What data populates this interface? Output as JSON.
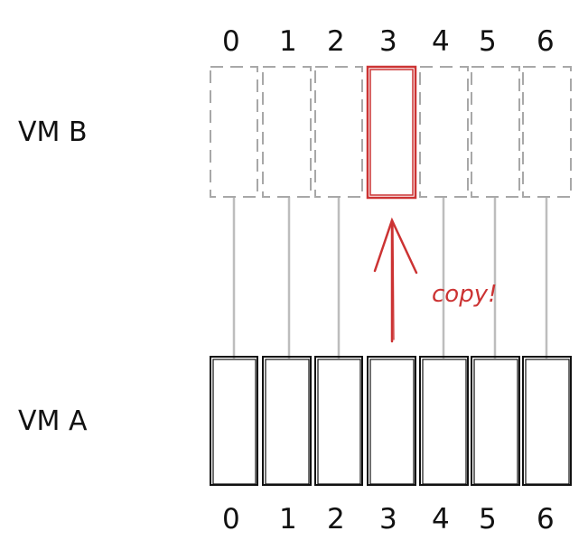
{
  "vm_b": {
    "label": "VM B",
    "indices": [
      "0",
      "1",
      "2",
      "3",
      "4",
      "5",
      "6"
    ],
    "highlighted_index": 3
  },
  "vm_a": {
    "label": "VM A",
    "indices": [
      "0",
      "1",
      "2",
      "3",
      "4",
      "5",
      "6"
    ]
  },
  "copy_label": "copy!",
  "colors": {
    "ink": "#111111",
    "dashed_gray": "#a8a8a8",
    "connector_gray": "#bdbdbd",
    "accent_red": "#cc3333"
  }
}
